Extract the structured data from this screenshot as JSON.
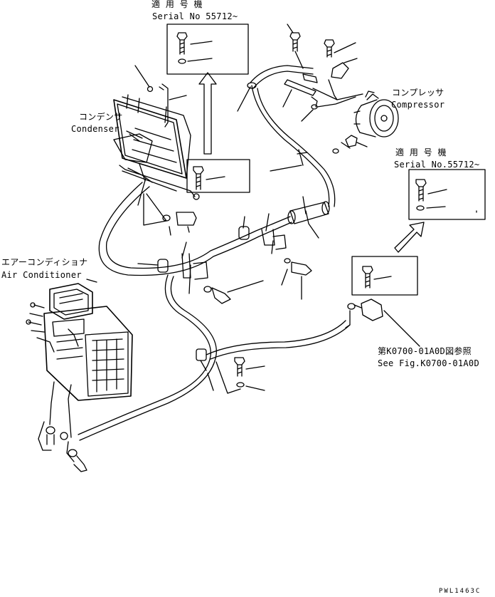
{
  "serial_note_top": {
    "title": "適 用 号 機",
    "serial": "Serial No 55712~"
  },
  "serial_note_right": {
    "title": "適 用 号 機",
    "serial": "Serial No.55712~"
  },
  "labels": {
    "condenser_jp": "コンデンサ",
    "condenser_en": "Condenser",
    "compressor_jp": "コンプレッサ",
    "compressor_en": "Compressor",
    "air_conditioner_jp": "エアーコンディショナ",
    "air_conditioner_en": "Air Conditioner",
    "see_fig_jp": "第K0700-01A0D図参照",
    "see_fig_en": "See Fig.K0700-01A0D"
  },
  "drawing_code": "PWL1463C",
  "colors": {
    "ink": "#000000",
    "paper": "#ffffff"
  }
}
